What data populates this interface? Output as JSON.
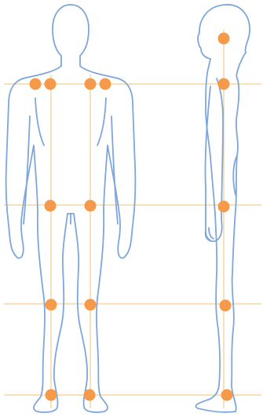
{
  "figure": {
    "views": [
      {
        "id": "front",
        "landmarks": [
          {
            "id": "left-shoulder-outer"
          },
          {
            "id": "left-shoulder-inner"
          },
          {
            "id": "right-shoulder-inner"
          },
          {
            "id": "right-shoulder-outer"
          },
          {
            "id": "left-hip"
          },
          {
            "id": "right-hip"
          },
          {
            "id": "left-knee"
          },
          {
            "id": "right-knee"
          },
          {
            "id": "left-ankle"
          },
          {
            "id": "right-ankle"
          }
        ]
      },
      {
        "id": "side",
        "landmarks": [
          {
            "id": "ear"
          },
          {
            "id": "shoulder"
          },
          {
            "id": "hip"
          },
          {
            "id": "knee"
          },
          {
            "id": "ankle"
          }
        ]
      }
    ],
    "reference_lines": [
      {
        "id": "shoulder-level"
      },
      {
        "id": "hip-level"
      },
      {
        "id": "knee-level"
      },
      {
        "id": "ankle-level"
      }
    ],
    "colors": {
      "outline": "#7fa6dc",
      "reference_line": "#f2c27a",
      "landmark": "#f59a4a",
      "background": "#ffffff"
    }
  }
}
